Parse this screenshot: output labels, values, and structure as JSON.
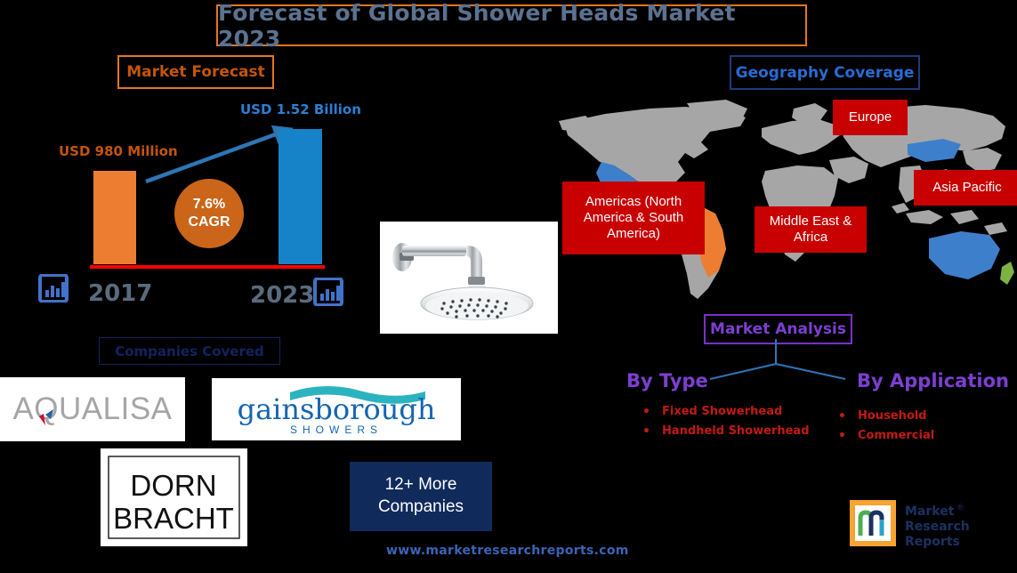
{
  "title": "Forecast of Global Shower Heads Market 2023",
  "market_forecast": {
    "header": "Market Forecast",
    "value_2017": "USD 980 Million",
    "value_2023": "USD 1.52 Billion",
    "year_start": "2017",
    "year_end": "2023",
    "cagr_value": "7.6%",
    "cagr_label": "CAGR",
    "icon_left": "bar-chart-icon",
    "icon_right": "bar-chart-icon",
    "arrow_icon": "growth-arrow-icon",
    "colors": {
      "bar_2017": "#ED7D31",
      "bar_2023": "#1683C8",
      "baseline": "#FF0000",
      "cagr_circle": "#CB651A",
      "header_border": "#E4761B",
      "header_text": "#C3550A",
      "year_text": "#5B6B7E"
    }
  },
  "chart_data": {
    "type": "bar",
    "title": "Market Forecast",
    "categories": [
      "2017",
      "2023"
    ],
    "values": [
      0.98,
      1.52
    ],
    "value_labels": [
      "USD 980 Million",
      "USD 1.52 Billion"
    ],
    "unit": "USD Billion",
    "xlabel": "",
    "ylabel": "",
    "ylim": [
      0,
      1.7
    ],
    "grid": false,
    "legend": "none",
    "annotations": [
      "7.6% CAGR"
    ],
    "series_colors": [
      "#ED7D31",
      "#1683C8"
    ]
  },
  "geography": {
    "header": "Geography Coverage",
    "regions": [
      {
        "label": "Americas (North America & South America)"
      },
      {
        "label": "Europe"
      },
      {
        "label": "Asia Pacific"
      },
      {
        "label": "Middle East & Africa"
      }
    ],
    "colors": {
      "label_bg": "#C80000",
      "label_text": "#FFFFFF",
      "header_border": "#1F3A7A",
      "header_text": "#2A6BD4",
      "map_land": "#A6A6A6",
      "map_highlight_blue": "#3E7FCB",
      "map_highlight_orange": "#ED7D31",
      "map_highlight_green": "#7CB342"
    }
  },
  "market_analysis": {
    "header": "Market Analysis",
    "by_type": {
      "title": "By Type",
      "items": [
        "Fixed Showerhead",
        "Handheld Showerhead"
      ]
    },
    "by_application": {
      "title": "By Application",
      "items": [
        "Household",
        "Commercial"
      ]
    },
    "colors": {
      "header_border": "#7A2FCB",
      "header_text": "#7C3FD0",
      "branch_text": "#7C3FD0",
      "connector": "#2E75B6",
      "item_text": "#C21A14"
    }
  },
  "companies": {
    "header": "Companies Covered",
    "logos": [
      {
        "name": "AQUALISA",
        "type": "wordmark"
      },
      {
        "name": "gainsborough",
        "subtitle": "S H O W E R S",
        "type": "wordmark"
      },
      {
        "name": "DORN BRACHT",
        "line1": "DORN",
        "line2": "BRACHT",
        "type": "boxed-wordmark"
      }
    ],
    "more_label": "12+ More Companies",
    "more_line1": "12+ More",
    "more_line2": "Companies",
    "colors": {
      "header_border": "#13235E",
      "header_text": "#13235E",
      "more_bg": "#102A5C"
    }
  },
  "product_image": {
    "alt": "chrome rain shower head with wall mounted arm",
    "icon": "shower-head-photo"
  },
  "footer": {
    "url": "www.marketresearchreports.com",
    "brand_line1": "Market",
    "brand_line2": "Research",
    "brand_line3": "Reports",
    "brand_registered": "®",
    "brand_monogram": "m",
    "colors": {
      "url_text": "#3C63B5",
      "brand_text": "#1C3160",
      "brand_frame": "#F7A331",
      "brand_green": "#4CAF50",
      "brand_teal": "#29A3C9",
      "brand_navy": "#1C3160"
    }
  }
}
